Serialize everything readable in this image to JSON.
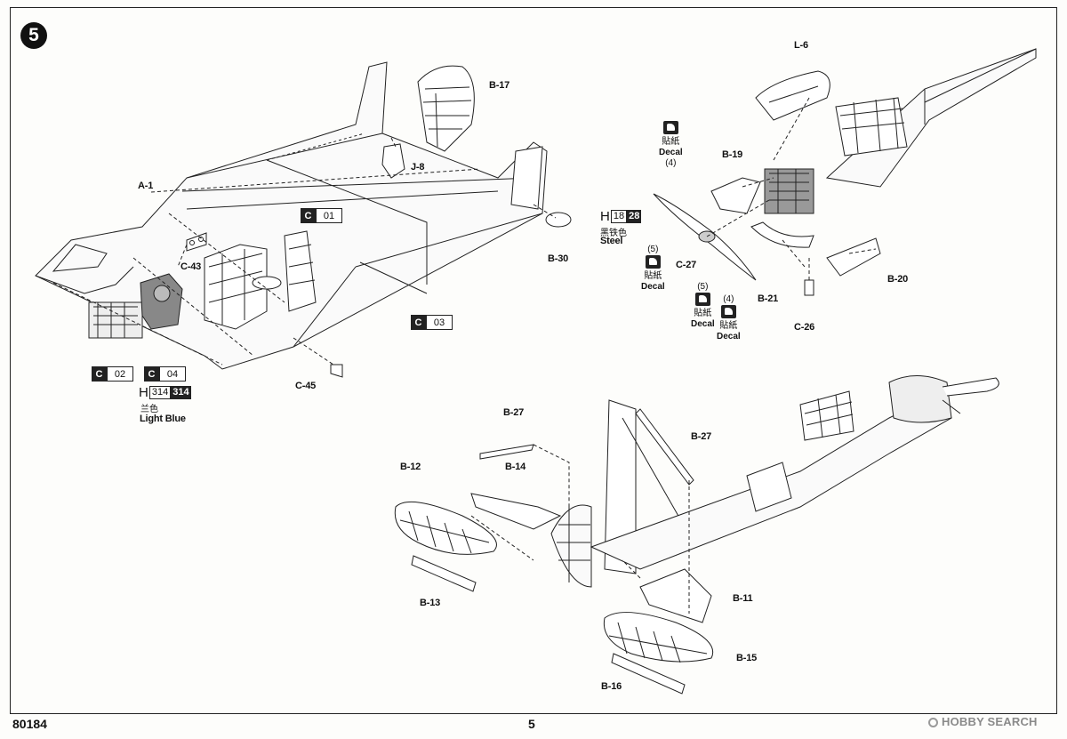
{
  "step_number": "5",
  "labels": {
    "a1": "A-1",
    "b17": "B-17",
    "j8": "J-8",
    "c43": "C-43",
    "b30": "B-30",
    "c45": "C-45",
    "l6": "L-6",
    "b19": "B-19",
    "c27": "C-27",
    "b21": "B-21",
    "c26": "C-26",
    "b20": "B-20",
    "b27a": "B-27",
    "b27b": "B-27",
    "b14": "B-14",
    "b12": "B-12",
    "b13": "B-13",
    "b11": "B-11",
    "b15": "B-15",
    "b16": "B-16"
  },
  "part_boxes": {
    "c01": {
      "letter": "C",
      "num": "01"
    },
    "c03": {
      "letter": "C",
      "num": "03"
    },
    "c02": {
      "letter": "C",
      "num": "02"
    },
    "c04": {
      "letter": "C",
      "num": "04"
    }
  },
  "paint_light_blue": {
    "h": "H",
    "code_a": "314",
    "code_b": "314",
    "cn": "兰色",
    "en": "Light Blue"
  },
  "paint_steel": {
    "h": "H",
    "code_a": "18",
    "code_b": "28",
    "cn": "黑铁色",
    "en": "Steel"
  },
  "decals": [
    {
      "num": "(4)",
      "cn": "貼紙",
      "en": "Decal"
    },
    {
      "num": "(5)",
      "cn": "貼紙",
      "en": "Decal"
    },
    {
      "num": "(5)",
      "cn": "貼紙",
      "en": "Decal"
    },
    {
      "num": "(4)",
      "cn": "貼紙",
      "en": "Decal"
    }
  ],
  "footer": {
    "model_number": "80184",
    "page_number": "5",
    "watermark": "HOBBY SEARCH"
  }
}
